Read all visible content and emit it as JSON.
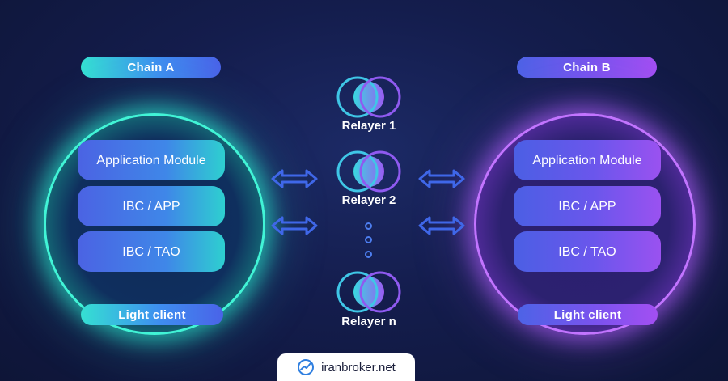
{
  "chains": {
    "a": {
      "title": "Chain A",
      "modules": [
        "Application Module",
        "IBC / APP",
        "IBC / TAO"
      ],
      "footer": "Light client"
    },
    "b": {
      "title": "Chain B",
      "modules": [
        "Application Module",
        "IBC / APP",
        "IBC / TAO"
      ],
      "footer": "Light client"
    }
  },
  "relayers": [
    {
      "label": "Relayer 1"
    },
    {
      "label": "Relayer 2"
    },
    {
      "label": "Relayer n"
    }
  ],
  "watermark": {
    "text": "iranbroker.net",
    "icon": "chart-logo-icon"
  },
  "colors": {
    "background": "#141d4d",
    "chain_a_accent": "#2fe7c8",
    "chain_b_accent": "#b25cf7",
    "arrow": "#3f67e8"
  }
}
